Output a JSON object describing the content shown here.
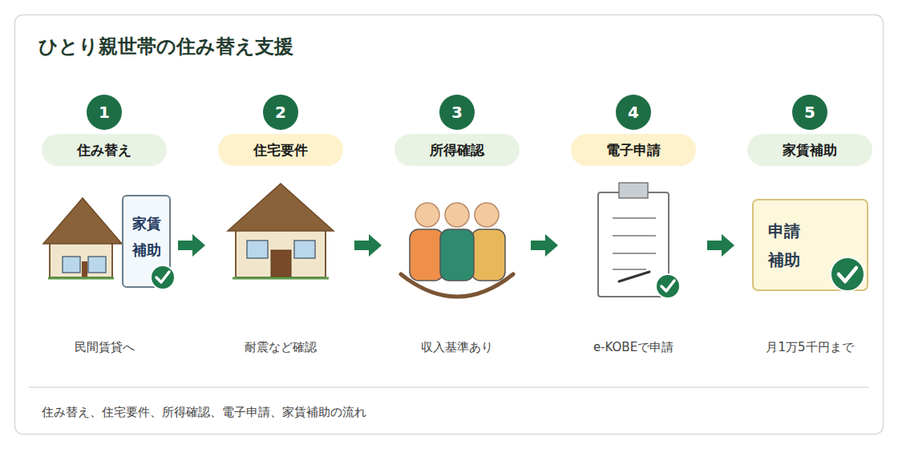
{
  "diagram": {
    "title": "ひとり親世帯の住み替え支援",
    "caption": "住み替え、住宅要件、所得確認、電子申請、家賃補助の流れ",
    "nodes": [
      {
        "text": [
          "1"
        ]
      },
      {
        "text": [
          "住み替え"
        ]
      },
      {
        "text": [
          "家賃 補助"
        ]
      },
      {
        "text": [
          "2"
        ]
      },
      {
        "text": [
          "住宅要件"
        ]
      },
      {
        "text": [
          "3"
        ]
      },
      {
        "text": [
          "所得確認"
        ]
      },
      {
        "text": [
          "4"
        ]
      },
      {
        "text": [
          "電子申請"
        ]
      },
      {
        "text": [
          "5"
        ]
      },
      {
        "text": [
          "家賃補助"
        ]
      },
      {
        "text": [
          "申請 補助"
        ]
      }
    ],
    "labels": [
      "民間賃貸へ",
      "耐震など確認",
      "収入基準あり",
      "e-KOBEで申請",
      "月1万5千円まで"
    ]
  }
}
